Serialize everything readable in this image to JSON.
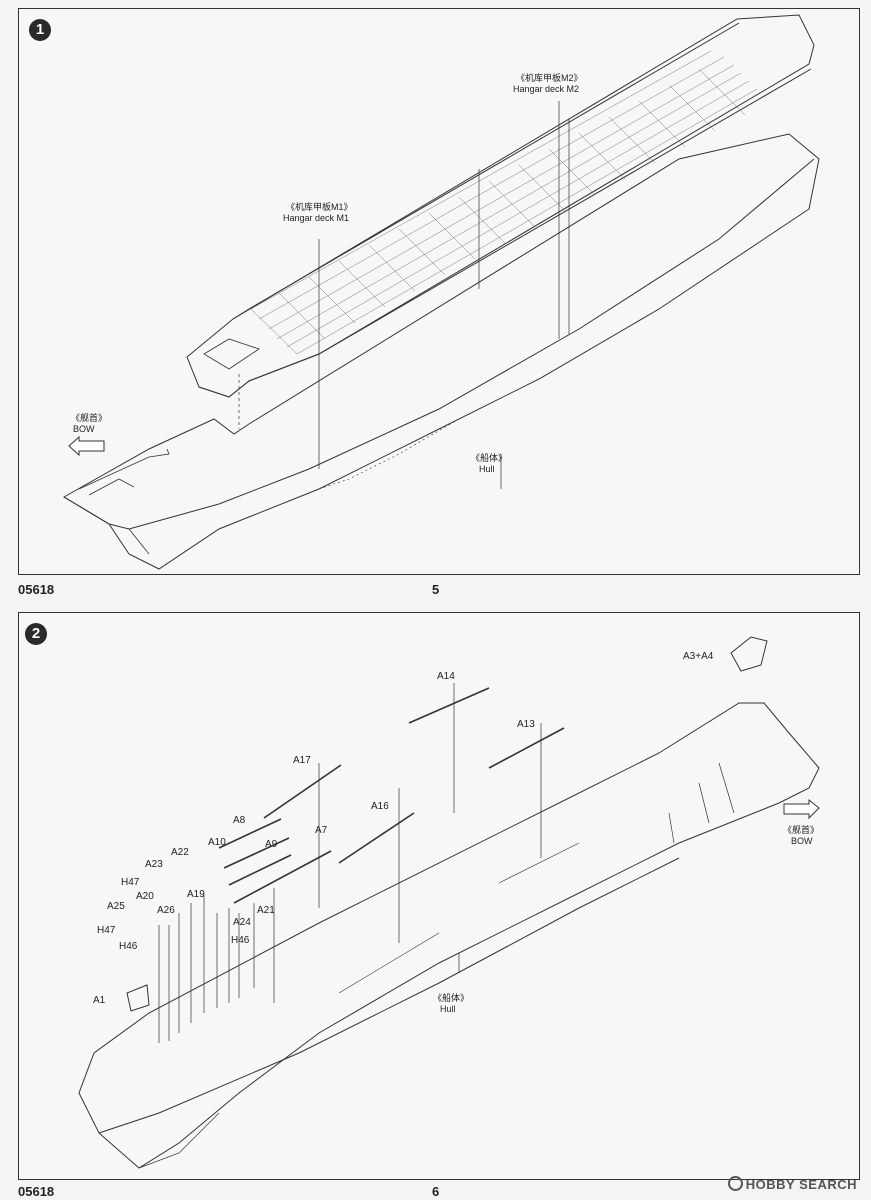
{
  "step1": {
    "number": "1",
    "labels": {
      "hangar_m2_cn": "《机库甲板M2》",
      "hangar_m2": "Hangar deck M2",
      "hangar_m1_cn": "《机库甲板M1》",
      "hangar_m1": "Hangar deck M1",
      "bow_cn": "《舰首》",
      "bow": "BOW",
      "hull_cn": "《船体》",
      "hull": "Hull"
    }
  },
  "step2": {
    "number": "2",
    "labels": {
      "bow_cn": "《舰首》",
      "bow": "BOW",
      "hull_cn": "《船体》",
      "hull": "Hull"
    },
    "parts": {
      "a3a4": "A3+A4",
      "a14": "A14",
      "a13": "A13",
      "a17": "A17",
      "a16": "A16",
      "a8": "A8",
      "a7": "A7",
      "a10": "A10",
      "a9": "A9",
      "a22": "A22",
      "a23": "A23",
      "h47a": "H47",
      "a20": "A20",
      "a19": "A19",
      "a25": "A25",
      "a26": "A26",
      "a24": "A24",
      "a21": "A21",
      "h47b": "H47",
      "h46a": "H46",
      "h46b": "H46",
      "a1": "A1"
    }
  },
  "footer": {
    "code_top": "05618",
    "page_top": "5",
    "code_bottom": "05618",
    "page_bottom": "6",
    "watermark": "HOBBY SEARCH"
  }
}
